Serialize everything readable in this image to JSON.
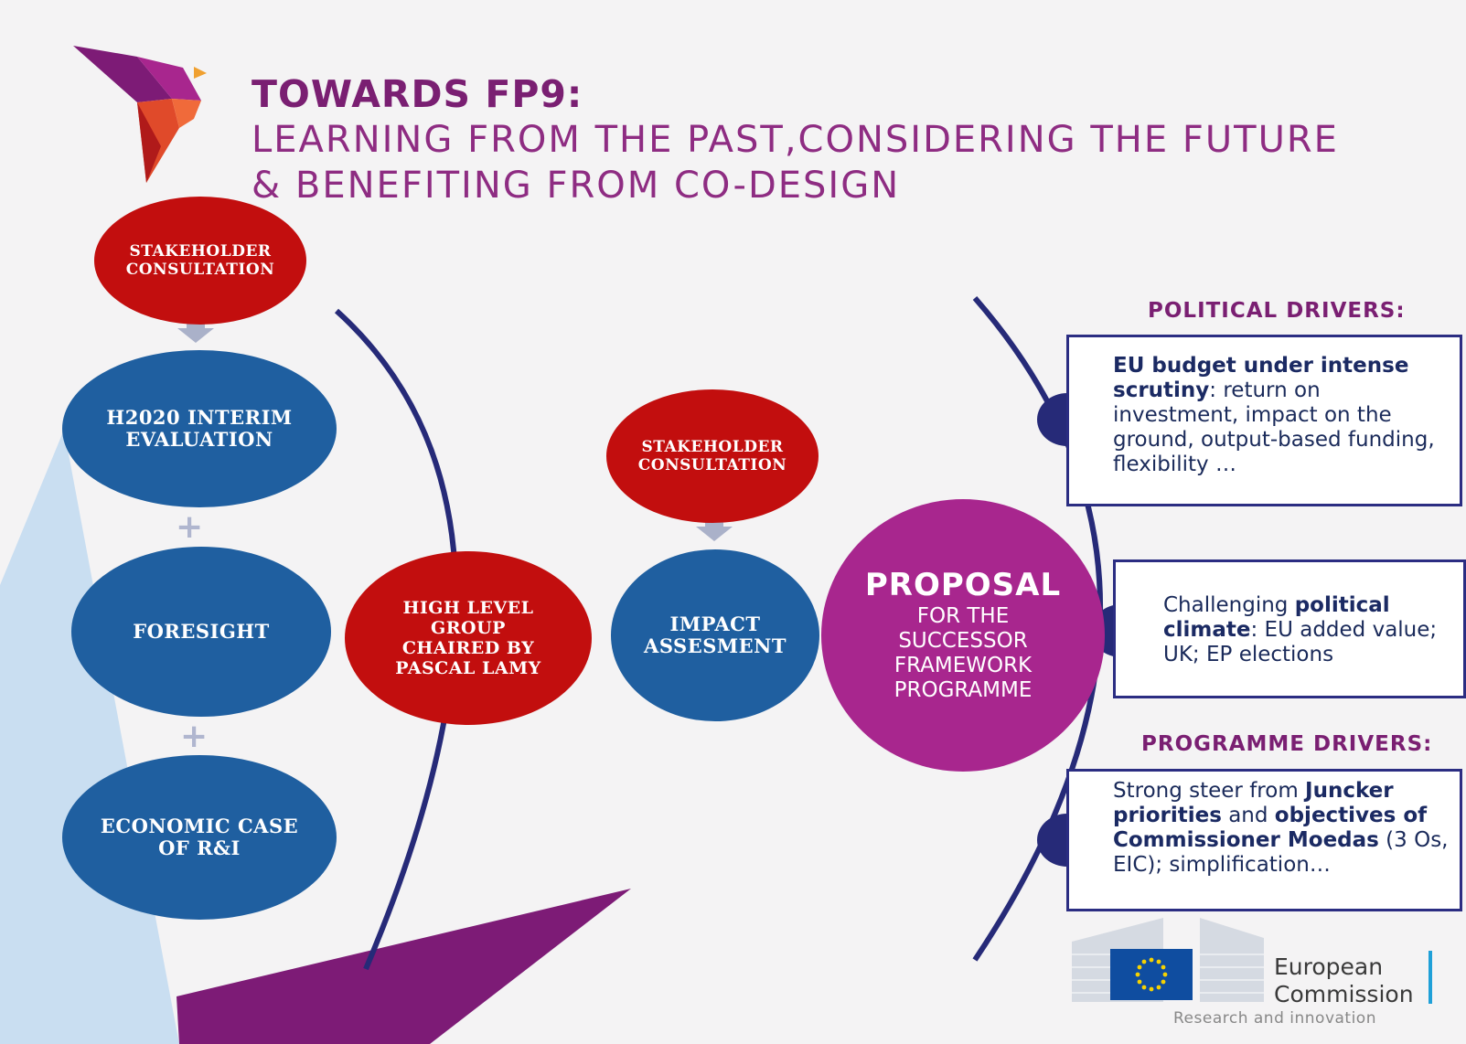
{
  "title": {
    "line1": "TOWARDS FP9:",
    "line2": "LEARNING FROM THE PAST,CONSIDERING THE FUTURE",
    "line3": "& BENEFITING FROM CO-DESIGN"
  },
  "left_column": {
    "top_consultation": [
      "STAKEHOLDER",
      "CONSULTATION"
    ],
    "h2020": [
      "H2020 INTERIM",
      "EVALUATION"
    ],
    "foresight": [
      "FORESIGHT"
    ],
    "economic": [
      "ECONOMIC CASE",
      "OF R&I"
    ],
    "plus_sign": "+"
  },
  "center": {
    "hlg": [
      "HIGH LEVEL",
      "GROUP",
      "CHAIRED BY",
      "PASCAL LAMY"
    ],
    "consultation": [
      "STAKEHOLDER",
      "CONSULTATION"
    ],
    "impact": [
      "IMPACT",
      "ASSESMENT"
    ]
  },
  "proposal": {
    "head": "PROPOSAL",
    "lines": [
      "FOR THE",
      "SUCCESSOR",
      "FRAMEWORK",
      "PROGRAMME"
    ]
  },
  "drivers": {
    "political_heading": "POLITICAL DRIVERS:",
    "programme_heading": "PROGRAMME DRIVERS:",
    "box1": {
      "bold": "EU budget under intense scrutiny",
      "rest": ": return on investment, impact on the ground, output-based funding, flexibility …"
    },
    "box2": {
      "pre": "Challenging ",
      "bold": "political climate",
      "rest": ": EU added value; UK; EP elections"
    },
    "box3": {
      "pre": "Strong steer from ",
      "bold1": "Juncker priorities",
      "mid": " and ",
      "bold2": "objectives of Commissioner Moedas",
      "rest": " (3 Os, EIC); simplification…"
    }
  },
  "logo": {
    "line1": "European",
    "line2": "Commission",
    "sub": "Research and innovation"
  },
  "colors": {
    "purple": "#7a1f72",
    "red": "#c20e0e",
    "blue": "#1f5fa0",
    "magenta": "#a8268e",
    "navy": "#2b2d82",
    "light_blue": "#c9def1"
  }
}
